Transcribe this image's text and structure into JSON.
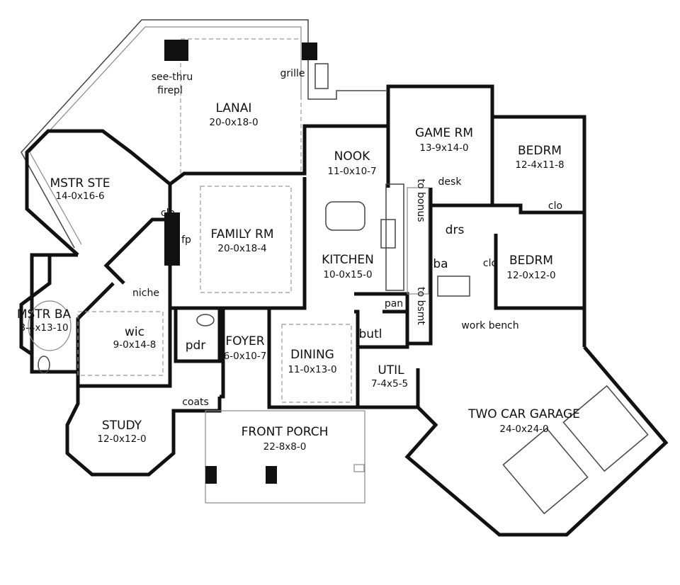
{
  "rooms": {
    "lanai": {
      "name": "LANAI",
      "size": "20-0x18-0"
    },
    "nook": {
      "name": "NOOK",
      "size": "11-0x10-7"
    },
    "game_rm": {
      "name": "GAME RM",
      "size": "13-9x14-0"
    },
    "bedrm1": {
      "name": "BEDRM",
      "size": "12-4x11-8"
    },
    "mstr_ste": {
      "name": "MSTR STE",
      "size": "14-0x16-6"
    },
    "family_rm": {
      "name": "FAMILY RM",
      "size": "20-0x18-4"
    },
    "kitchen": {
      "name": "KITCHEN",
      "size": "10-0x15-0"
    },
    "bedrm2": {
      "name": "BEDRM",
      "size": "12-0x12-0"
    },
    "mstr_ba": {
      "name": "MSTR BA",
      "size": "8-4x13-10"
    },
    "wic": {
      "name": "wic",
      "size": "9-0x14-8"
    },
    "foyer": {
      "name": "FOYER",
      "size": "6-0x10-7"
    },
    "dining": {
      "name": "DINING",
      "size": "11-0x13-0"
    },
    "util": {
      "name": "UTIL",
      "size": "7-4x5-5"
    },
    "study": {
      "name": "STUDY",
      "size": "12-0x12-0"
    },
    "front_porch": {
      "name": "FRONT PORCH",
      "size": "22-8x8-0"
    },
    "garage": {
      "name": "TWO CAR GARAGE",
      "size": "24-0x24-0"
    }
  },
  "notes": {
    "see_thru": "see-thru",
    "firepl": "firepl",
    "grille": "grille",
    "clo_mstr": "clo",
    "fp": "fp",
    "to_bonus": "to bonus",
    "desk": "desk",
    "drs": "drs",
    "clo_bed1": "clo",
    "ba": "ba",
    "clo_bed2": "clo",
    "niche": "niche",
    "pan": "pan",
    "to_bsmt": "to bsmt",
    "work_bench": "work bench",
    "butl": "butl",
    "pdr": "pdr",
    "coats": "coats"
  }
}
